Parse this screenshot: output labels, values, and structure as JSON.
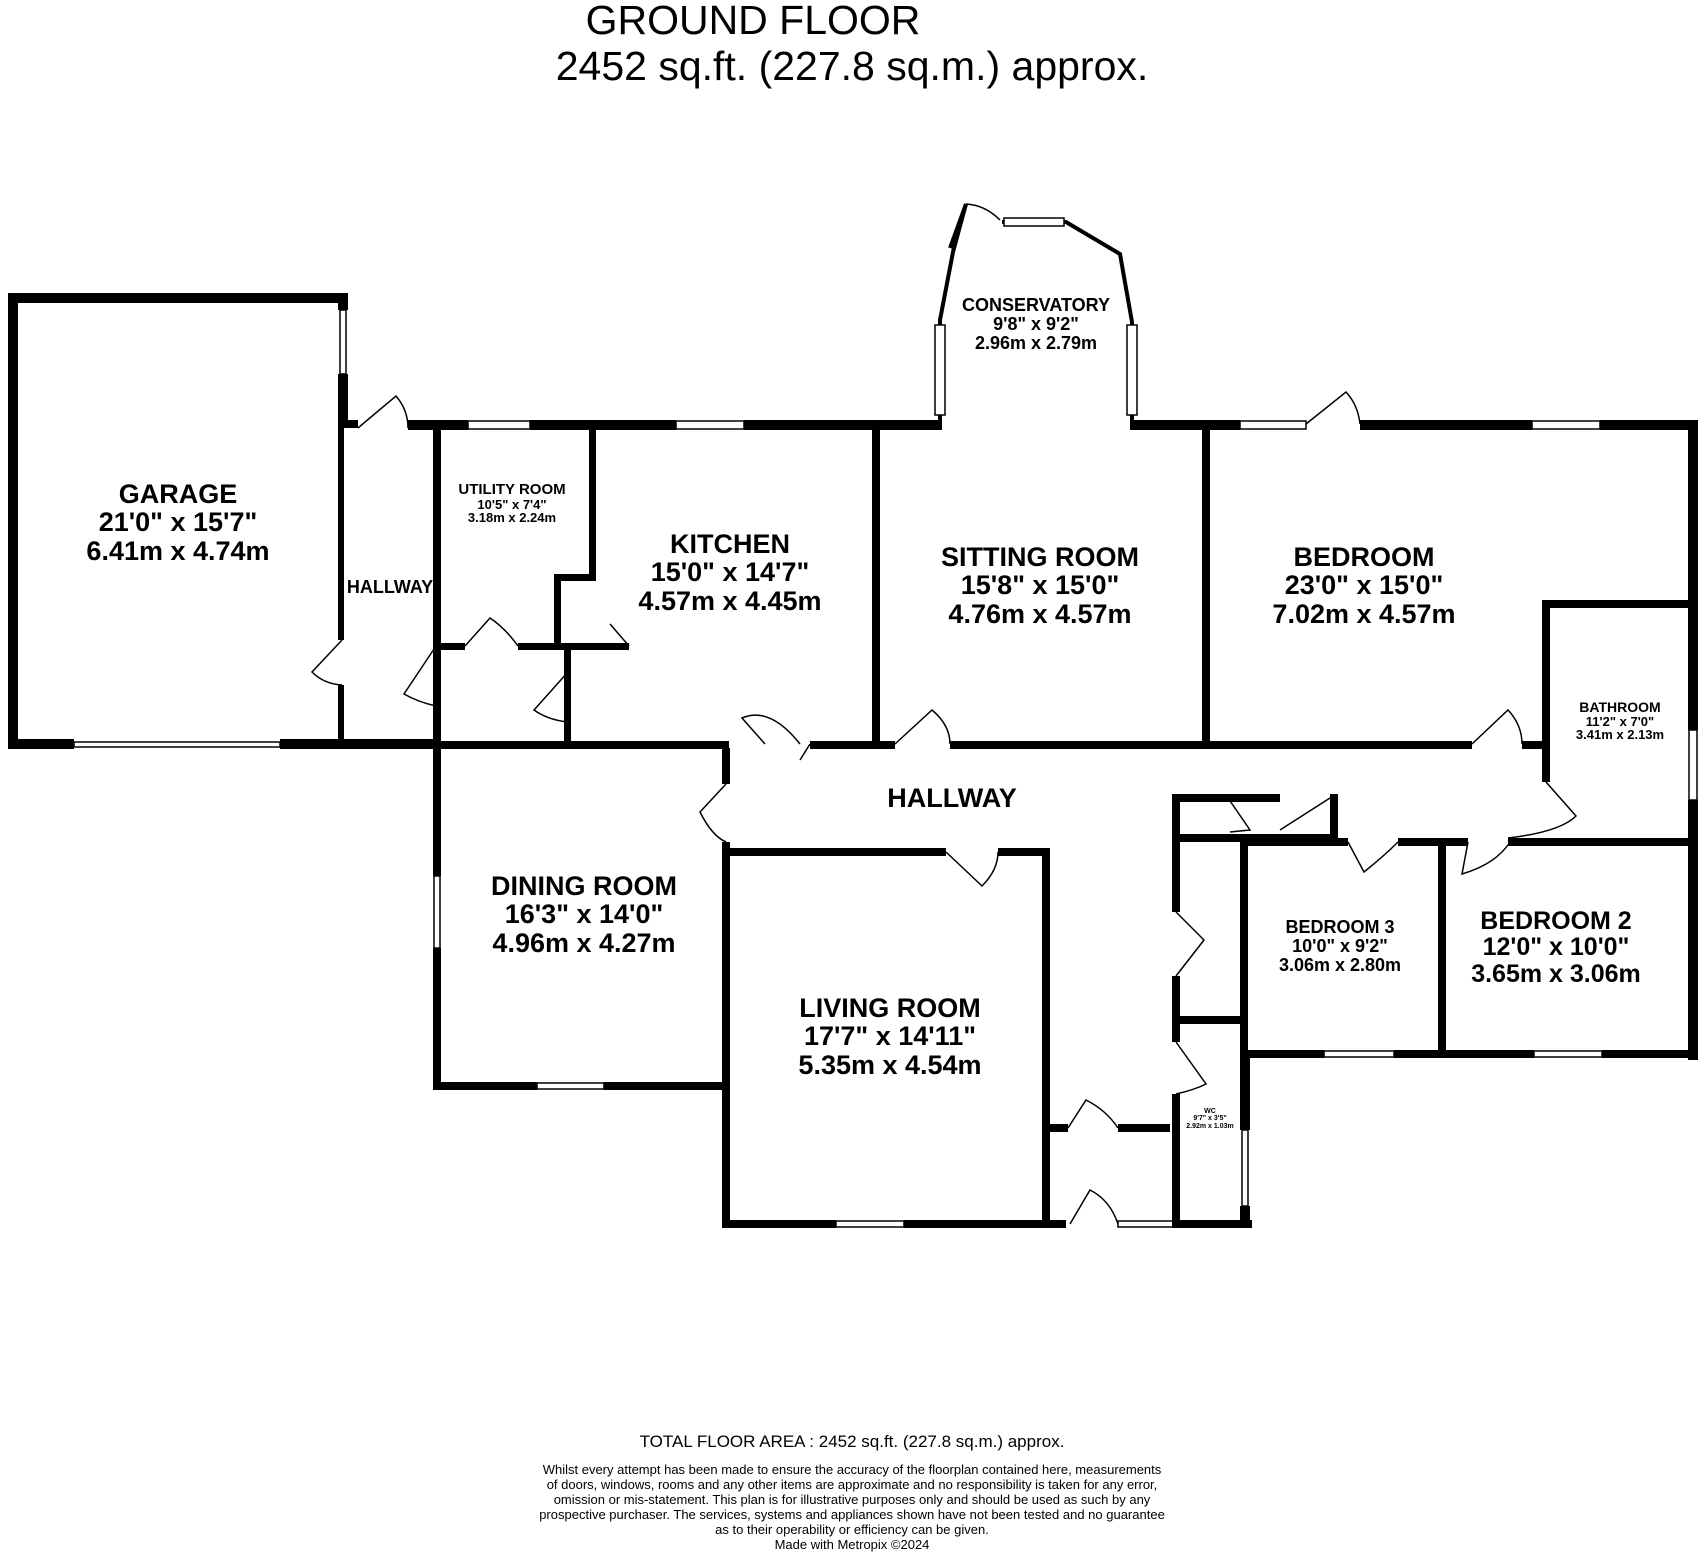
{
  "header": {
    "title": "GROUND FLOOR",
    "area": "2452 sq.ft. (227.8 sq.m.) approx."
  },
  "rooms": {
    "garage": {
      "name": "GARAGE",
      "imperial": "21'0\"  x 15'7\"",
      "metric": "6.41m  x 4.74m"
    },
    "hallway_west": {
      "name": "HALLWAY"
    },
    "utility": {
      "name": "UTILITY ROOM",
      "imperial": "10'5\"  x 7'4\"",
      "metric": "3.18m  x 2.24m"
    },
    "kitchen": {
      "name": "KITCHEN",
      "imperial": "15'0\"  x 14'7\"",
      "metric": "4.57m  x 4.45m"
    },
    "conservatory": {
      "name": "CONSERVATORY",
      "imperial": "9'8\"  x 9'2\"",
      "metric": "2.96m  x 2.79m"
    },
    "sitting": {
      "name": "SITTING ROOM",
      "imperial": "15'8\"  x 15'0\"",
      "metric": "4.76m  x 4.57m"
    },
    "bedroom": {
      "name": "BEDROOM",
      "imperial": "23'0\"  x 15'0\"",
      "metric": "7.02m  x 4.57m"
    },
    "bathroom": {
      "name": "BATHROOM",
      "imperial": "11'2\"  x 7'0\"",
      "metric": "3.41m  x 2.13m"
    },
    "hallway": {
      "name": "HALLWAY"
    },
    "dining": {
      "name": "DINING ROOM",
      "imperial": "16'3\"  x 14'0\"",
      "metric": "4.96m  x 4.27m"
    },
    "living": {
      "name": "LIVING ROOM",
      "imperial": "17'7\"  x 14'11\"",
      "metric": "5.35m  x 4.54m"
    },
    "bedroom3": {
      "name": "BEDROOM 3",
      "imperial": "10'0\"  x 9'2\"",
      "metric": "3.06m  x 2.80m"
    },
    "bedroom2": {
      "name": "BEDROOM 2",
      "imperial": "12'0\"  x 10'0\"",
      "metric": "3.65m  x 3.06m"
    },
    "wc": {
      "name": "WC",
      "imperial": "9'7\"  x 3'5\"",
      "metric": "2.92m  x 1.03m"
    }
  },
  "footer": {
    "total": "TOTAL FLOOR AREA : 2452 sq.ft. (227.8 sq.m.) approx.",
    "disclaimer": [
      "Whilst every attempt has been made to ensure the accuracy of the floorplan contained here, measurements",
      "of doors, windows, rooms and any other items are approximate and no responsibility is taken for any error,",
      "omission or mis-statement. This plan is for illustrative purposes only and should be used as such by any",
      "prospective purchaser. The services, systems and appliances shown have not been tested and no guarantee",
      "as to their operability or efficiency can be given."
    ],
    "credit": "Made with Metropix ©2024"
  },
  "colors": {
    "wall": "#000000",
    "background": "#ffffff"
  }
}
